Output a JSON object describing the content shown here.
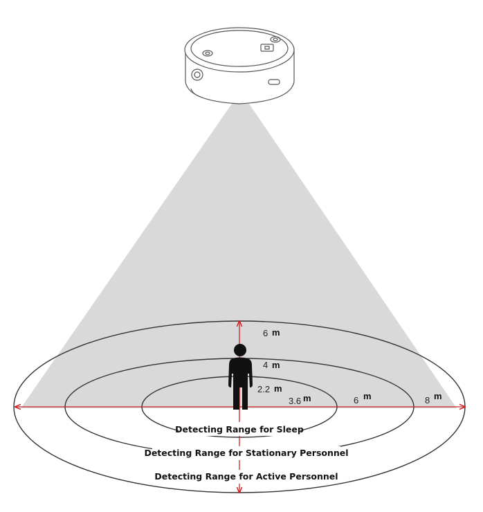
{
  "diagram": {
    "device": {
      "name": "ceiling-sensor",
      "outline_color": "#555555"
    },
    "beam_color": "#d7d7d7",
    "arrow_color": "#cc2222",
    "vertical_labels": {
      "outer": {
        "value": "6",
        "unit": "m"
      },
      "middle": {
        "value": "4",
        "unit": "m"
      },
      "inner": {
        "value": "2.2",
        "unit": "m"
      }
    },
    "horizontal_labels": {
      "inner": {
        "value": "3.6",
        "unit": "m"
      },
      "middle": {
        "value": "6",
        "unit": "m"
      },
      "outer": {
        "value": "8",
        "unit": "m"
      }
    },
    "zones": {
      "sleep": "Detecting Range for Sleep",
      "stationary": "Detecting Range for Stationary Personnel",
      "active": "Detecting Range for Active Personnel"
    }
  }
}
